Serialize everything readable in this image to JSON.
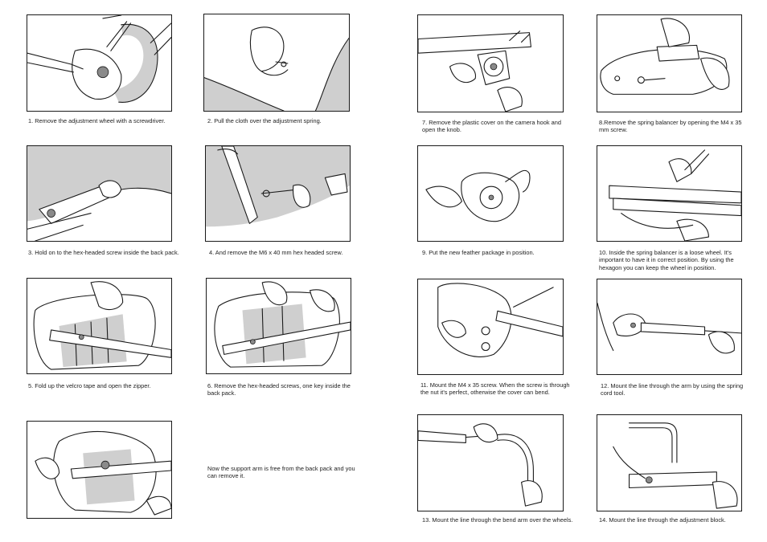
{
  "steps": [
    {
      "id": "step-1",
      "caption": "1. Remove the adjustment wheel with a screwdriver."
    },
    {
      "id": "step-2",
      "caption": "2. Pull the cloth over the adjustment spring."
    },
    {
      "id": "step-3",
      "caption": "3. Hold on to the hex-headed screw inside the back pack."
    },
    {
      "id": "step-4",
      "caption": "4. And remove the M6 x 40 mm hex headed screw."
    },
    {
      "id": "step-5",
      "caption": "5. Fold up the velcro tape and open the zipper."
    },
    {
      "id": "step-6",
      "caption": "6. Remove the hex-headed screws, one key inside the back pack."
    },
    {
      "id": "step-free",
      "caption": "Now the support arm is free from the back pack and you can remove it."
    },
    {
      "id": "step-7",
      "caption": "7. Remove the plastic cover on the camera hook and open the knob."
    },
    {
      "id": "step-8",
      "caption": "8.Remove the spring balancer by opening the M4 x 35 mm screw."
    },
    {
      "id": "step-9",
      "caption": "9. Put the new feather package in position."
    },
    {
      "id": "step-10",
      "caption": "10. Inside the spring balancer is a loose wheel. It's important to have it in correct position. By using the hexagon you can keep the wheel in position."
    },
    {
      "id": "step-11",
      "caption": "11. Mount the M4 x 35 screw. When the screw is through the nut it's perfect, otherwise the cover can bend."
    },
    {
      "id": "step-12",
      "caption": "12. Mount the line through the arm by using the spring cord tool."
    },
    {
      "id": "step-13",
      "caption": "13. Mount the line through the bend arm over the wheels."
    },
    {
      "id": "step-14",
      "caption": "14. Mount the line through the adjustment block."
    }
  ]
}
